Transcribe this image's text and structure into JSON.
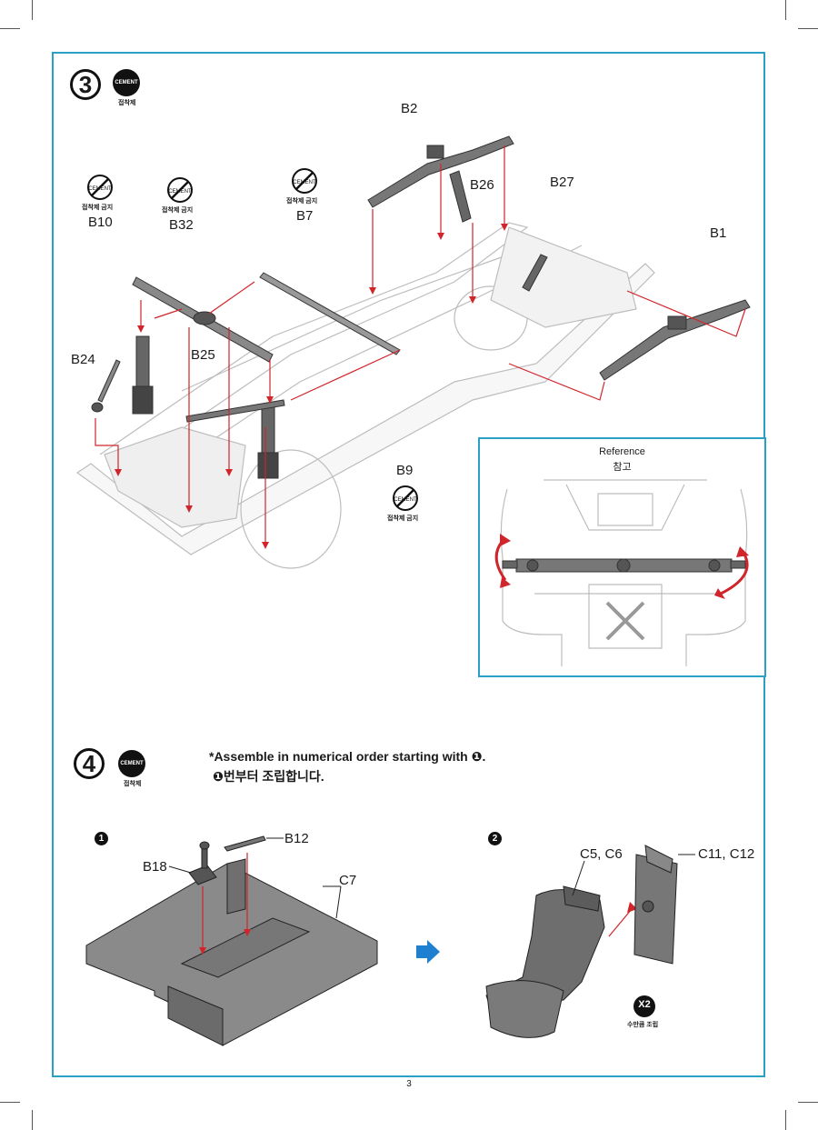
{
  "step3": {
    "number": "3",
    "cement_label": "접착제",
    "no_cement_label": "접착제 금지",
    "cement_icon_text": "CEMENT",
    "parts": {
      "b2": "B2",
      "b26": "B26",
      "b27": "B27",
      "b1": "B1",
      "b10": "B10",
      "b32": "B32",
      "b7": "B7",
      "b24": "B24",
      "b25": "B25",
      "b9": "B9"
    },
    "reference_title": "Reference",
    "reference_subtitle": "참고"
  },
  "step4": {
    "number": "4",
    "cement_label": "접착제",
    "cement_icon_text": "CEMENT",
    "instruction_en": "*Assemble in numerical order starting with ❶.",
    "instruction_ko": "❶번부터 조립합니다.",
    "sub1_badge": "1",
    "sub2_badge": "2",
    "parts": {
      "b12": "B12",
      "b18": "B18",
      "c7": "C7",
      "c5c6": "C5, C6",
      "c11c12": "C11, C12"
    },
    "x2_badge": "X2",
    "x2_label": "수만큼 조립"
  },
  "page_number": "3",
  "colors": {
    "frame": "#2aa0c6",
    "arrow": "#d0252b",
    "blue_arrow": "#1f7fd1"
  }
}
